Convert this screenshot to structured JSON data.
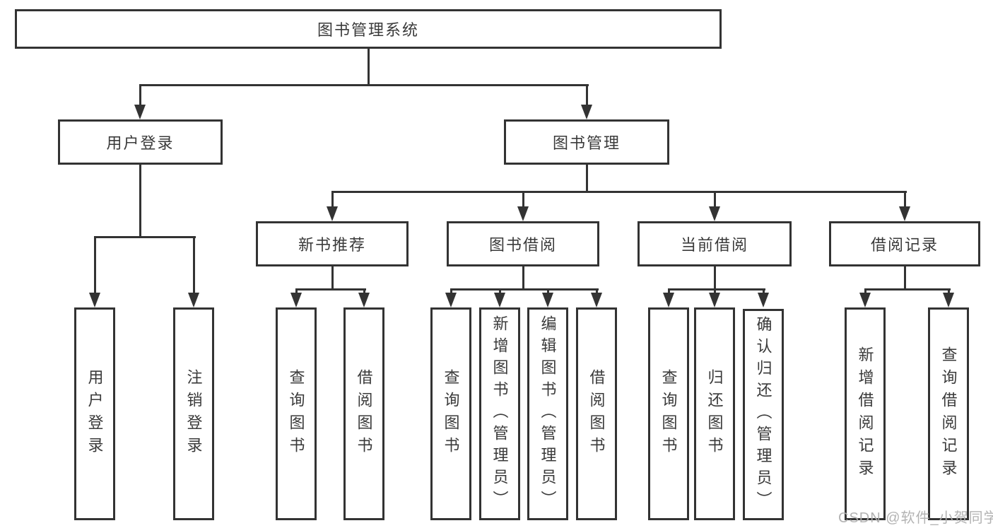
{
  "tree": {
    "root": "图书管理系统",
    "branches": [
      {
        "label": "用户登录",
        "children": [
          "用户登录",
          "注销登录"
        ]
      },
      {
        "label": "图书管理",
        "children": [
          {
            "label": "新书推荐",
            "children": [
              "查询图书",
              "借阅图书"
            ]
          },
          {
            "label": "图书借阅",
            "children": [
              "查询图书",
              "新增图书（管理员）",
              "编辑图书（管理员）",
              "借阅图书"
            ]
          },
          {
            "label": "当前借阅",
            "children": [
              "查询图书",
              "归还图书",
              "确认归还（管理员）"
            ]
          },
          {
            "label": "借阅记录",
            "children": [
              "新增借阅记录",
              "查询借阅记录"
            ]
          }
        ]
      }
    ]
  },
  "watermark": "CSDN @软件_小贺同学",
  "colors": {
    "line": "#333333",
    "text": "#3a3a3a",
    "background": "#ffffff",
    "watermark": "#afafaf"
  }
}
